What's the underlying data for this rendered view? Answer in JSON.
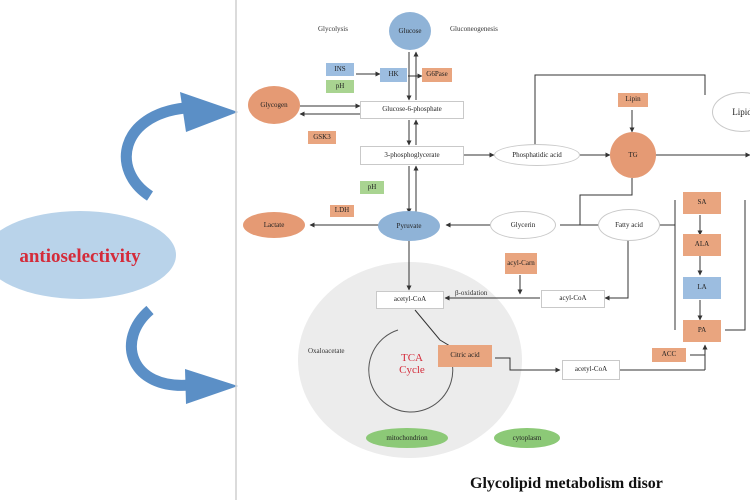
{
  "left": {
    "oval_text": "antioselectivity"
  },
  "footer": {
    "title": "Glycolipid metabolism disor"
  },
  "nodes": {
    "glucose": "Glucose",
    "glycolysis_label": "Glycolysis",
    "gluconeogenesis_label": "Gluconeogenesis",
    "ins": "INS",
    "ph_top": "pH",
    "hk": "HK",
    "g6pase": "G6Pase",
    "glucose6p": "Glucose-6-phosphate",
    "glycogen": "Glycogen",
    "gsk3": "GSK3",
    "phosphoglycerate": "3-phosphoglycerate",
    "phosphatidic": "Phosphatidic acid",
    "tg": "TG",
    "lipin": "Lipin",
    "lipid": "Lipid",
    "ph_mid": "pH",
    "pyruvate": "Pyruvate",
    "ldh": "LDH",
    "lactate": "Lactate",
    "glycerin": "Glycerin",
    "fatty_acid": "Fatty acid",
    "sa": "SA",
    "ala": "ALA",
    "la": "LA",
    "pa": "PA",
    "acyl_carn": "acyl-Carn",
    "beta_ox": "β-oxidation",
    "acyl_coa": "acyl-CoA",
    "acetyl_coa_top": "acetyl-CoA",
    "oxaloacetate": "Oxaloacetate",
    "tca": "TCA Cycle",
    "citric": "Citric acid",
    "acetyl_coa_bottom": "acetyl-CoA",
    "acc": "ACC",
    "mitochondrion": "mitochondrion",
    "cytoplasm": "cytoplasm"
  },
  "colors": {
    "orange": "#e9a57f",
    "blue": "#8fb3d7",
    "green": "#a9d491",
    "arrow_blue": "#5b8fc6",
    "oval_fill": "#b9d3ea",
    "title_red": "#d42b3a"
  }
}
